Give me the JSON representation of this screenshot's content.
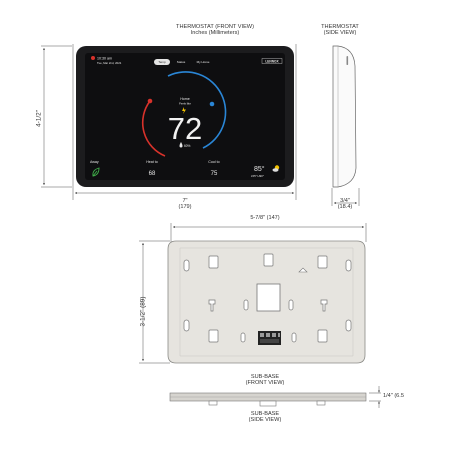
{
  "front_view": {
    "title_line1": "THERMOSTAT (FRONT VIEW)",
    "title_line2": "Inches (Millimeters)",
    "width_in": "7\"",
    "width_mm": "(179)",
    "height_in": "4-1/2\""
  },
  "side_view": {
    "title_line1": "THERMOSTAT",
    "title_line2": "(SIDE VIEW)",
    "depth_in": "3/4\"",
    "depth_mm": "(18.4)"
  },
  "screen": {
    "time": "10:30 am",
    "date": "Tue, Mar 2nd, 2021",
    "tabs": [
      "Temp",
      "Status",
      "My Home"
    ],
    "brand": "LENNOX",
    "mode": "Home",
    "feels_like": "Feels like",
    "temperature": "72",
    "humidity": "60%",
    "away_label": "Away",
    "heat_label": "Heat to",
    "heat_value": "68",
    "cool_label": "Cool to",
    "cool_value": "75",
    "outdoor_temp": "85°",
    "outdoor_range": "L55° H90°"
  },
  "sub_base_front": {
    "width_dim": "5-7/8\" (147)",
    "height_dim": "3-1/2\" (89)",
    "label_line1": "SUB-BASE",
    "label_line2": "(FRONT VIEW)"
  },
  "sub_base_side": {
    "thickness_dim": "1/4\" (6.5",
    "label_line1": "SUB-BASE",
    "label_line2": "(SIDE VIEW)"
  },
  "colors": {
    "screen_bg": "#0e0e10",
    "bezel": "#1c1c1e",
    "heat_arc": "#d8322b",
    "cool_arc": "#2a86d6",
    "leaf": "#3fae49",
    "sub_base": "#e6e4df"
  }
}
